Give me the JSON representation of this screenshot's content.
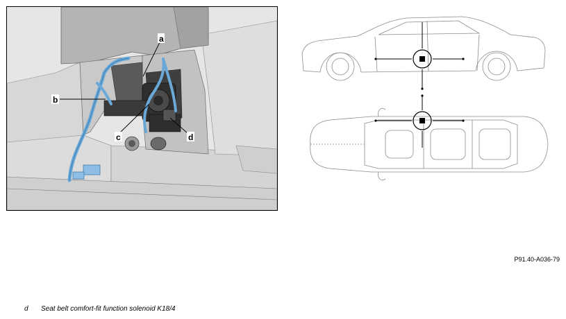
{
  "callouts": [
    {
      "id": "a",
      "label": "a"
    },
    {
      "id": "b",
      "label": "b"
    },
    {
      "id": "c",
      "label": "c"
    },
    {
      "id": "d",
      "label": "d"
    }
  ],
  "reference_code": "P91.40-A036-79",
  "legend": [
    {
      "key": "d",
      "description": "Seat belt comfort-fit function solenoid K18/4"
    }
  ],
  "colors": {
    "cable": "#6aa8d8",
    "panel_light": "#e6e6e6",
    "panel_mid": "#c9c9c9",
    "panel_dark": "#a6a6a6",
    "component_dark": "#3a3a3a",
    "outline": "#000000"
  }
}
